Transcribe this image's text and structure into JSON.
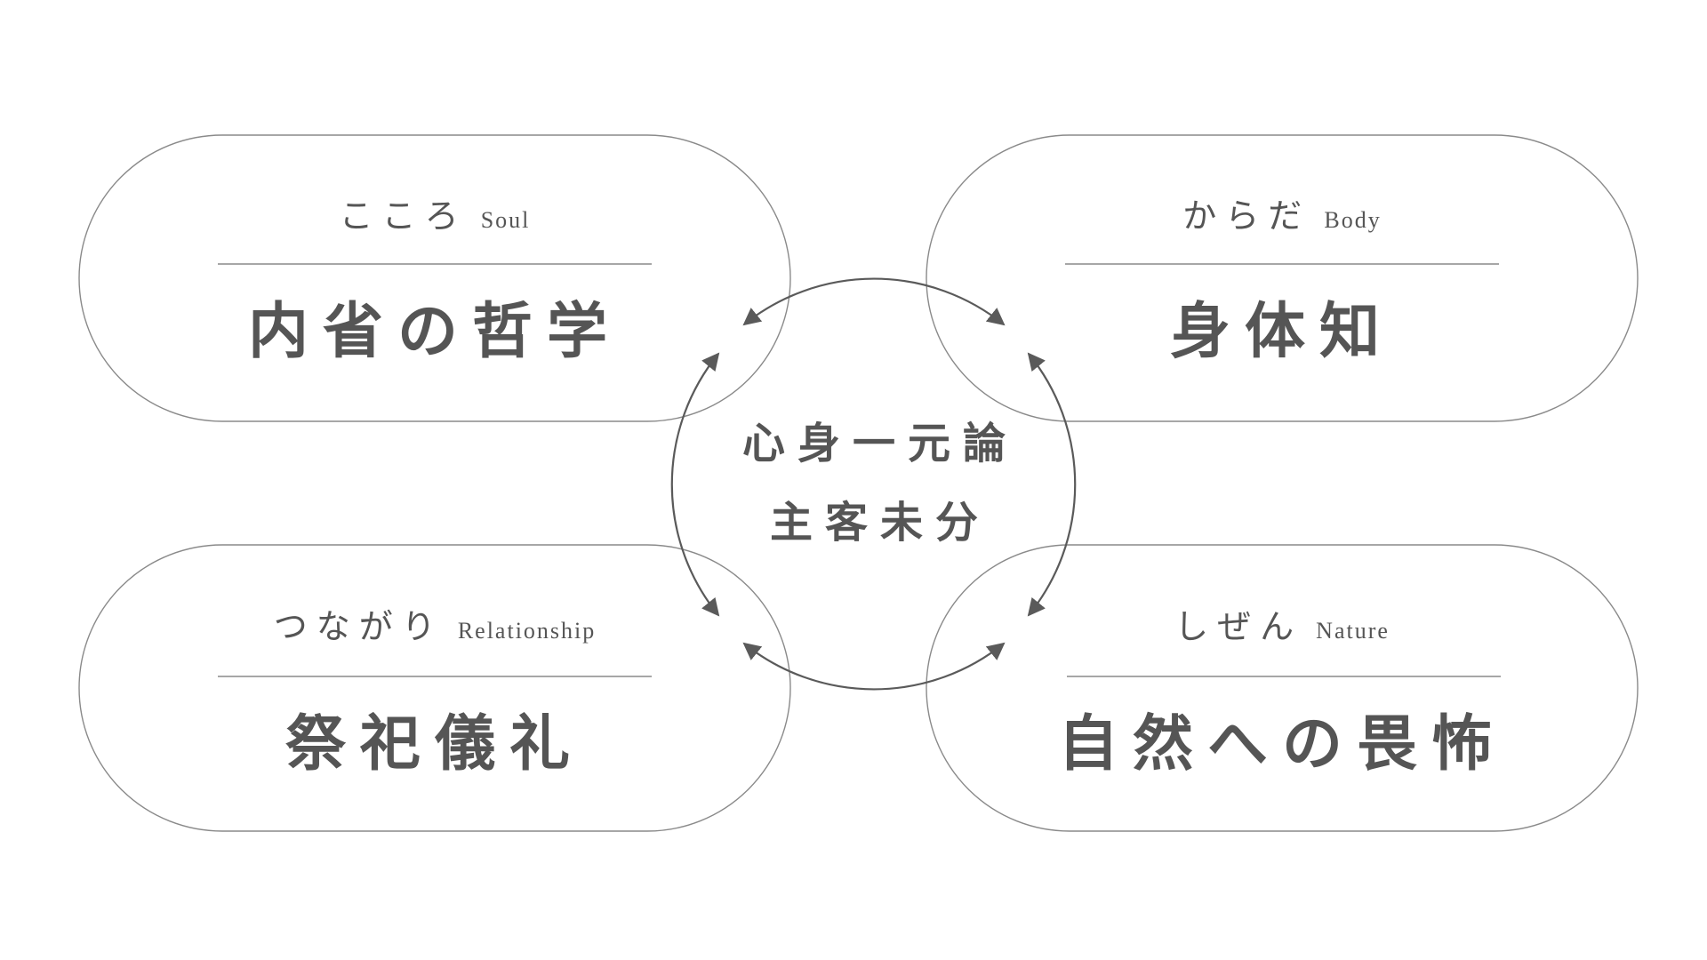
{
  "center": {
    "line1": "心身一元論",
    "line2": "主客未分"
  },
  "quadrants": {
    "soul": {
      "kana": "こころ",
      "en": "Soul",
      "title": "内省の哲学"
    },
    "body": {
      "kana": "からだ",
      "en": "Body",
      "title": "身体知"
    },
    "relationship": {
      "kana": "つながり",
      "en": "Relationship",
      "title": "祭祀儀礼"
    },
    "nature": {
      "kana": "しぜん",
      "en": "Nature",
      "title": "自然への畏怖"
    }
  },
  "colors": {
    "text": "#555555",
    "outline": "#8a8a8a",
    "arrow": "#5a5a5a",
    "background": "#ffffff"
  }
}
